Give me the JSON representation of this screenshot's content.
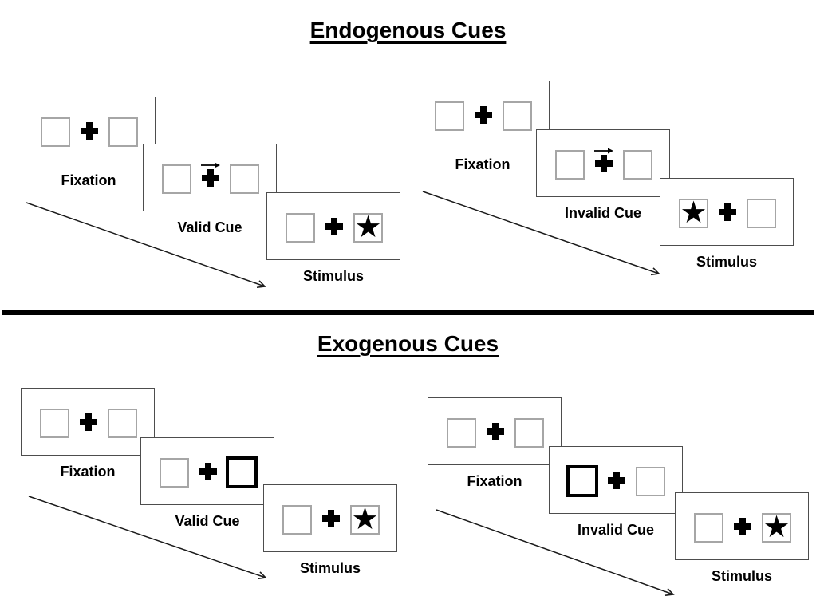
{
  "sections": [
    {
      "title": "Endogenous Cues",
      "panels": [
        {
          "name": "endogenous-valid-trial",
          "steps": [
            {
              "label": "Fixation",
              "left_box": "empty",
              "right_box": "empty",
              "cue": "none"
            },
            {
              "label": "Valid Cue",
              "left_box": "empty",
              "right_box": "empty",
              "cue": "arrow-right"
            },
            {
              "label": "Stimulus",
              "left_box": "empty",
              "right_box": "star",
              "cue": "none"
            }
          ]
        },
        {
          "name": "endogenous-invalid-trial",
          "steps": [
            {
              "label": "Fixation",
              "left_box": "empty",
              "right_box": "empty",
              "cue": "none"
            },
            {
              "label": "Invalid Cue",
              "left_box": "empty",
              "right_box": "empty",
              "cue": "arrow-right"
            },
            {
              "label": "Stimulus",
              "left_box": "star",
              "right_box": "empty",
              "cue": "none"
            }
          ]
        }
      ]
    },
    {
      "title": "Exogenous Cues",
      "panels": [
        {
          "name": "exogenous-valid-trial",
          "steps": [
            {
              "label": "Fixation",
              "left_box": "empty",
              "right_box": "empty",
              "cue": "none"
            },
            {
              "label": "Valid Cue",
              "left_box": "empty",
              "right_box": "bold",
              "cue": "none"
            },
            {
              "label": "Stimulus",
              "left_box": "empty",
              "right_box": "star",
              "cue": "none"
            }
          ]
        },
        {
          "name": "exogenous-invalid-trial",
          "steps": [
            {
              "label": "Fixation",
              "left_box": "empty",
              "right_box": "empty",
              "cue": "none"
            },
            {
              "label": "Invalid Cue",
              "left_box": "bold",
              "right_box": "empty",
              "cue": "none"
            },
            {
              "label": "Stimulus",
              "left_box": "empty",
              "right_box": "star",
              "cue": "none"
            }
          ]
        }
      ]
    }
  ],
  "diagram": {
    "star_symbol": "★",
    "target_icon": "star-icon",
    "fixation_icon": "plus-cross-icon",
    "cue_icon": "right-arrow-icon",
    "card_border_color": "#4d4d4d",
    "box_border_color": "#a6a6a6",
    "bold_box_border_color": "#000000",
    "symbol_color": "#000000",
    "divider_color": "#000000",
    "arrow_color": "#1a1a1a"
  }
}
